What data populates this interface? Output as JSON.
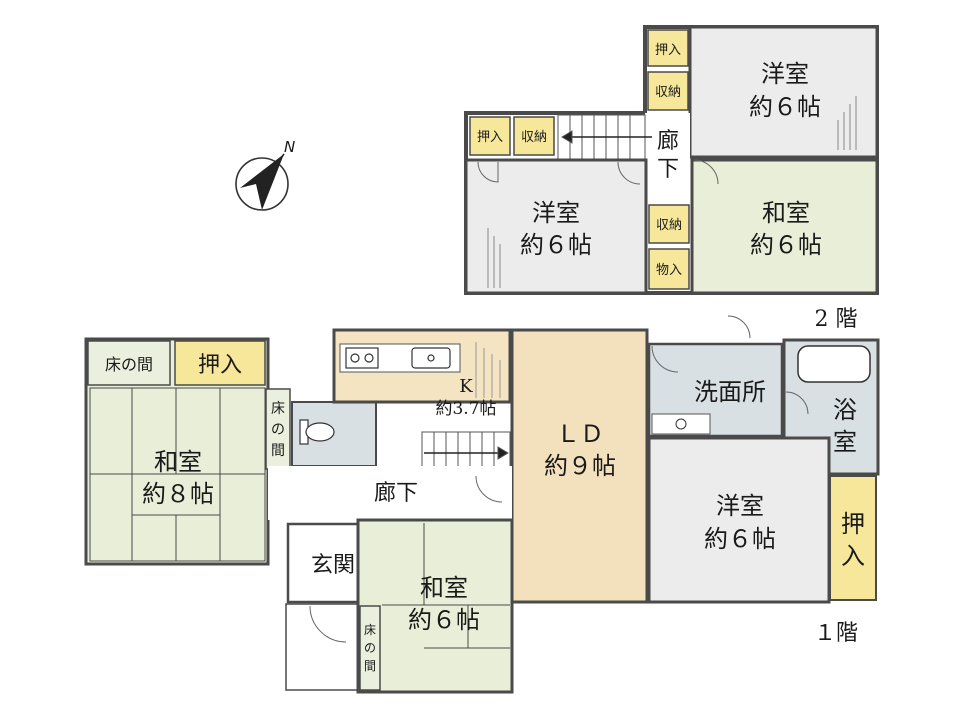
{
  "floors": {
    "second": {
      "label": "2 階",
      "rooms": {
        "western_top": {
          "name": "洋室",
          "size": "約６帖"
        },
        "western_left": {
          "name": "洋室",
          "size": "約６帖"
        },
        "japanese": {
          "name": "和室",
          "size": "約６帖"
        },
        "hallway": {
          "l1": "廊",
          "l2": "下"
        }
      },
      "storage": {
        "oshiire_top": "押入",
        "shuno_top": "収納",
        "oshiire_left": "押入",
        "shuno_left": "収納",
        "shuno_mid": "収納",
        "monoire": "物入"
      }
    },
    "first": {
      "label": "１階",
      "rooms": {
        "japanese_8": {
          "name": "和室",
          "size": "約８帖"
        },
        "kitchen": {
          "name": "K",
          "size": "約3.7帖"
        },
        "ld": {
          "name": "ＬＤ",
          "size": "約９帖"
        },
        "washroom": {
          "name": "洗面所"
        },
        "bath": {
          "l1": "浴",
          "l2": "室"
        },
        "western": {
          "name": "洋室",
          "size": "約６帖"
        },
        "hallway": {
          "name": "廊下"
        },
        "entrance": {
          "name": "玄関"
        },
        "japanese_6": {
          "name": "和室",
          "size": "約６帖"
        }
      },
      "storage": {
        "tokonoma": "床の間",
        "oshiire": "押入",
        "tokonoma_v": {
          "l1": "床",
          "l2": "の",
          "l3": "間"
        },
        "oshiire_v": {
          "l1": "押",
          "l2": "入"
        },
        "tokonoma_v2": {
          "l1": "床",
          "l2": "の",
          "l3": "間"
        }
      }
    }
  },
  "compass": {
    "label": "N"
  },
  "colors": {
    "western": "#ececec",
    "japanese": "#e8eed8",
    "ld": "#f3e1bd",
    "kitchen": "#f4e4c2",
    "wet": "#d8e0e3",
    "storage": "#f6e79a",
    "wall": "#4a4a4a",
    "tokonoma": "#eaf0dd"
  }
}
